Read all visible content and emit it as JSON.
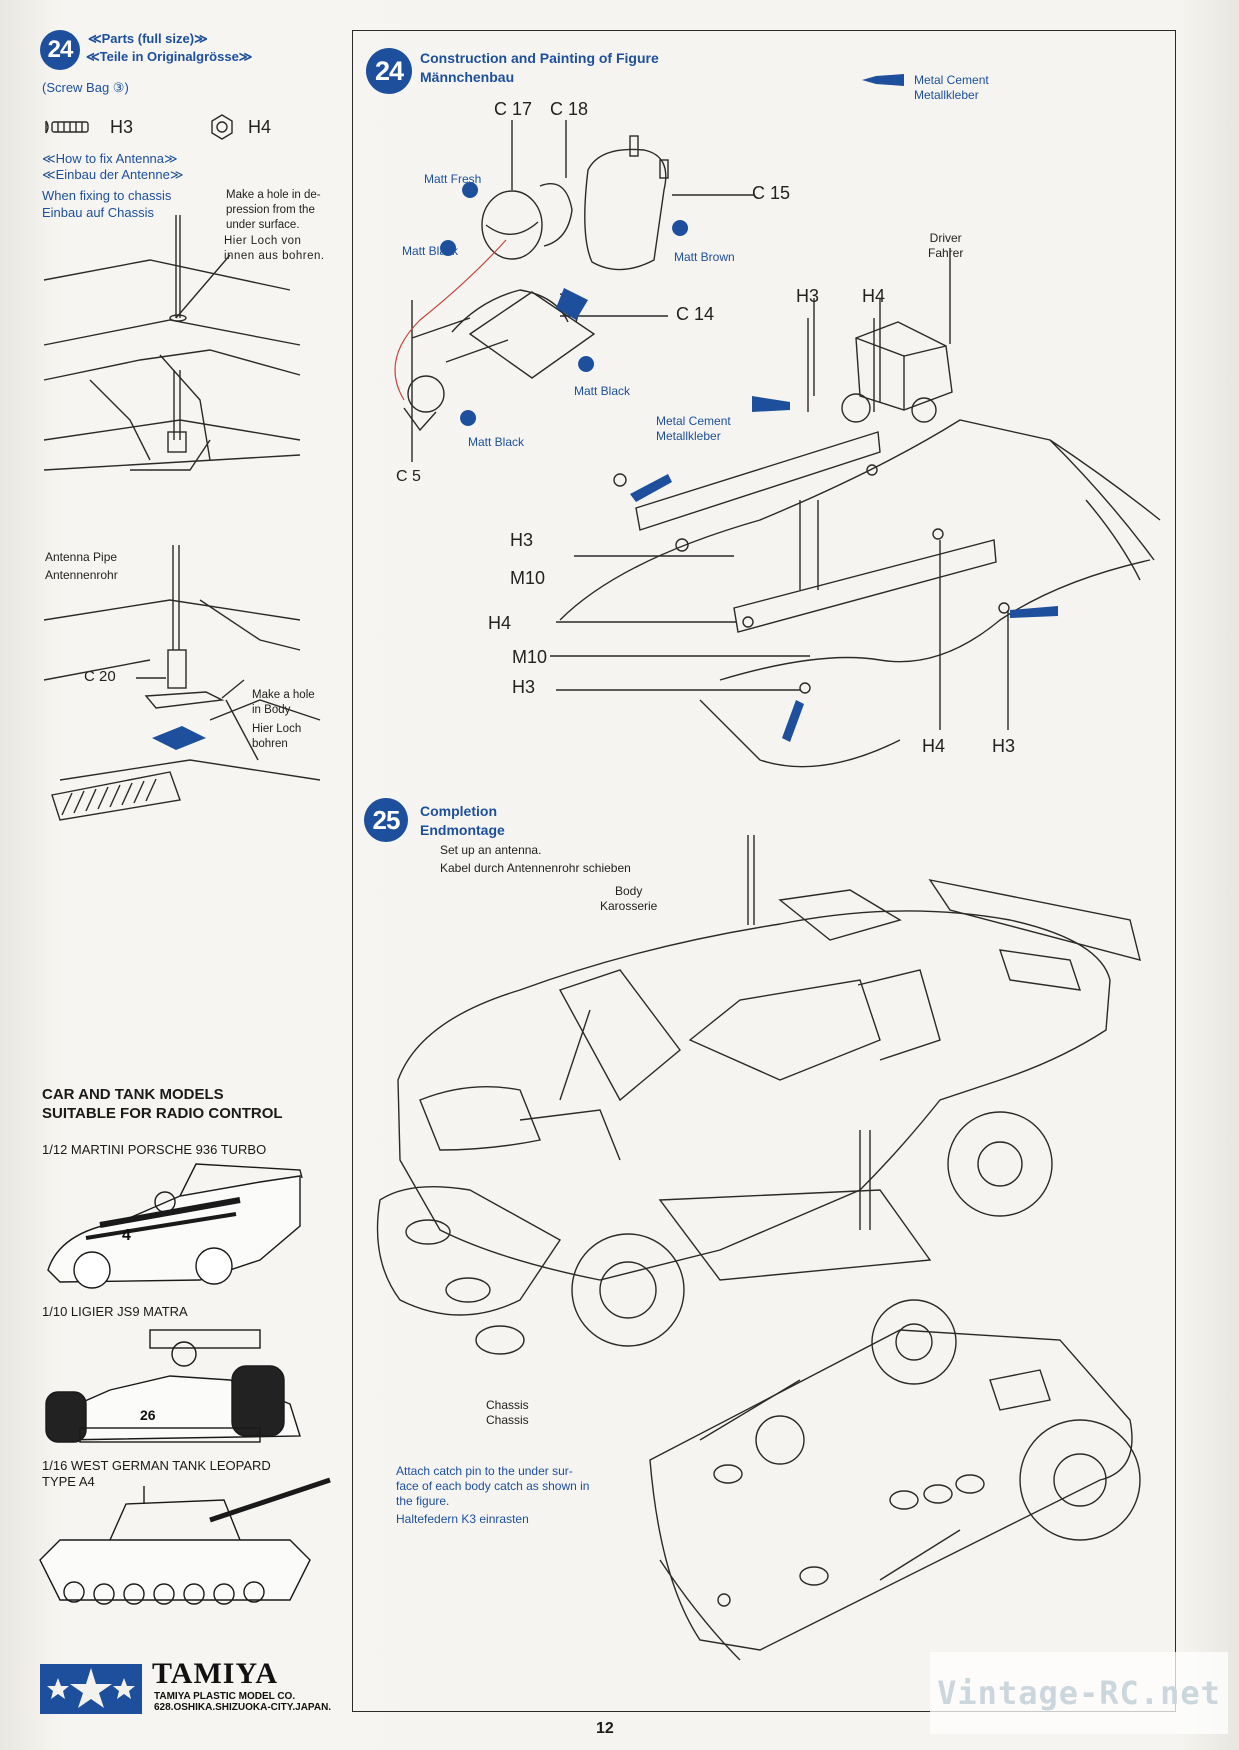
{
  "step24_parts": {
    "number": "24",
    "title_en": "≪Parts (full size)≫",
    "title_de": "≪Teile in Originalgrösse≫",
    "screw_bag": "(Screw Bag ③)",
    "h3": "H3",
    "h4": "H4"
  },
  "antenna": {
    "title_en": "≪How to fix Antenna≫",
    "title_de": "≪Einbau der Antenne≫",
    "chassis_en": "When fixing to chassis",
    "chassis_de": "Einbau auf Chassis",
    "hole_en": "Make a hole in de-\npression from the\nunder surface.",
    "hole_de": "Hier Loch von\ninnen aus bohren.",
    "pipe_en": "Antenna Pipe",
    "pipe_de": "Antennenrohr",
    "c20": "C 20",
    "body_hole_en": "Make a hole\nin Body",
    "body_hole_de": "Hier Loch\nbohren"
  },
  "step24_figure": {
    "number": "24",
    "title_en": "Construction and Painting of Figure",
    "title_de": "Männchenbau",
    "metal_cement_top": "Metal Cement\nMetallkleber",
    "c17": "C 17",
    "c18": "C 18",
    "matt_fresh": "Matt Fresh",
    "c15": "C 15",
    "matt_black_1": "Matt Black",
    "matt_brown": "Matt Brown",
    "c14": "C 14",
    "matt_black_2": "Matt Black",
    "matt_black_3": "Matt Black",
    "c5": "C 5",
    "driver": "Driver\nFahrer",
    "h3_top": "H3",
    "h4_top": "H4",
    "metal_cement_mid": "Metal Cement\nMetallkleber",
    "h3_a": "H3",
    "m10_a": "M10",
    "h4_a": "H4",
    "m10_b": "M10",
    "h3_b": "H3",
    "h4_b": "H4",
    "h3_c": "H3"
  },
  "step25": {
    "number": "25",
    "title_en": "Completion",
    "title_de": "Endmontage",
    "antenna_en": "Set up an antenna.",
    "antenna_de": "Kabel durch Antennenrohr schieben",
    "body": "Body\nKarosserie",
    "chassis": "Chassis\nChassis",
    "catch_en": "Attach catch pin to the under sur-\nface of each body catch as shown in\nthe figure.",
    "catch_de": "Haltefedern K3 einrasten"
  },
  "models": {
    "title": "CAR AND TANK MODELS\nSUITABLE FOR RADIO CONTROL",
    "m1": "1/12 MARTINI PORSCHE 936 TURBO",
    "m1_num": "4",
    "m2": "1/10 LIGIER JS9 MATRA",
    "m2_num": "26",
    "m3": "1/16 WEST GERMAN TANK LEOPARD\nTYPE A4"
  },
  "brand": {
    "name": "TAMIYA",
    "company": "TAMIYA PLASTIC MODEL CO.",
    "address": "628.OSHIKA.SHIZUOKA-CITY.JAPAN."
  },
  "page_number": "12",
  "watermark": "Vintage-RC.net",
  "colors": {
    "accent": "#1d4f9c",
    "ink": "#1c1c1c",
    "paper": "#f4f3ef"
  }
}
